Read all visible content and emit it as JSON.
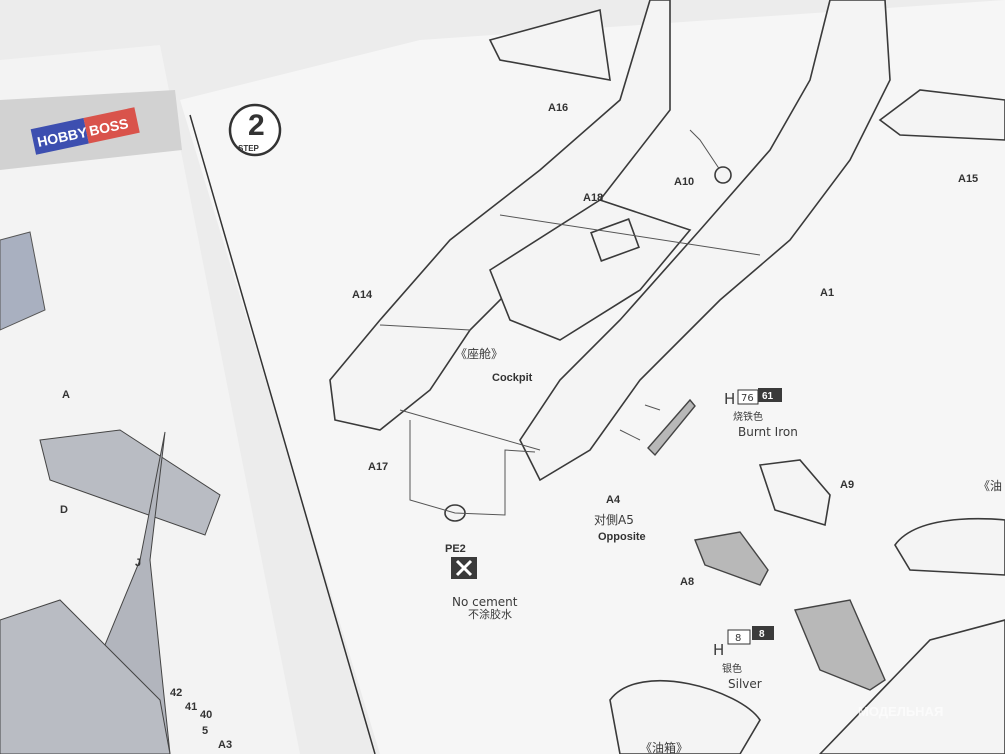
{
  "left_sheet": {
    "brand_left": "HOBBY",
    "brand_right": "BOSS",
    "labels": [
      "A",
      "D",
      "J",
      "42",
      "41",
      "40",
      "5",
      "A3"
    ]
  },
  "right_sheet": {
    "step_label": "STEP",
    "step_number": "2",
    "part_labels": {
      "a16": "A16",
      "a10": "A10",
      "a15": "A15",
      "a18": "A18",
      "a14": "A14",
      "a1": "A1",
      "a17": "A17",
      "a4": "A4",
      "a9": "A9",
      "a8": "A8",
      "pe2": "PE2"
    },
    "cockpit_cn": "《座舱》",
    "cockpit_en": "Cockpit",
    "opposite_cn": "对側A5",
    "opposite_en": "Opposite",
    "no_cement_en": "No cement",
    "no_cement_cn": "不涂胶水",
    "paint1": {
      "prefix": "H",
      "code1": "76",
      "code2": "61",
      "name_cn": "烧铁色",
      "name_en": "Burnt Iron"
    },
    "paint2": {
      "prefix": "H",
      "code1": "8",
      "code2": "8",
      "name_cn": "银色",
      "name_en": "Silver"
    },
    "tank_cn": "《油箱》",
    "edge_cn": "《油"
  },
  "watermark": "МОДЕЛЬНАЯ"
}
